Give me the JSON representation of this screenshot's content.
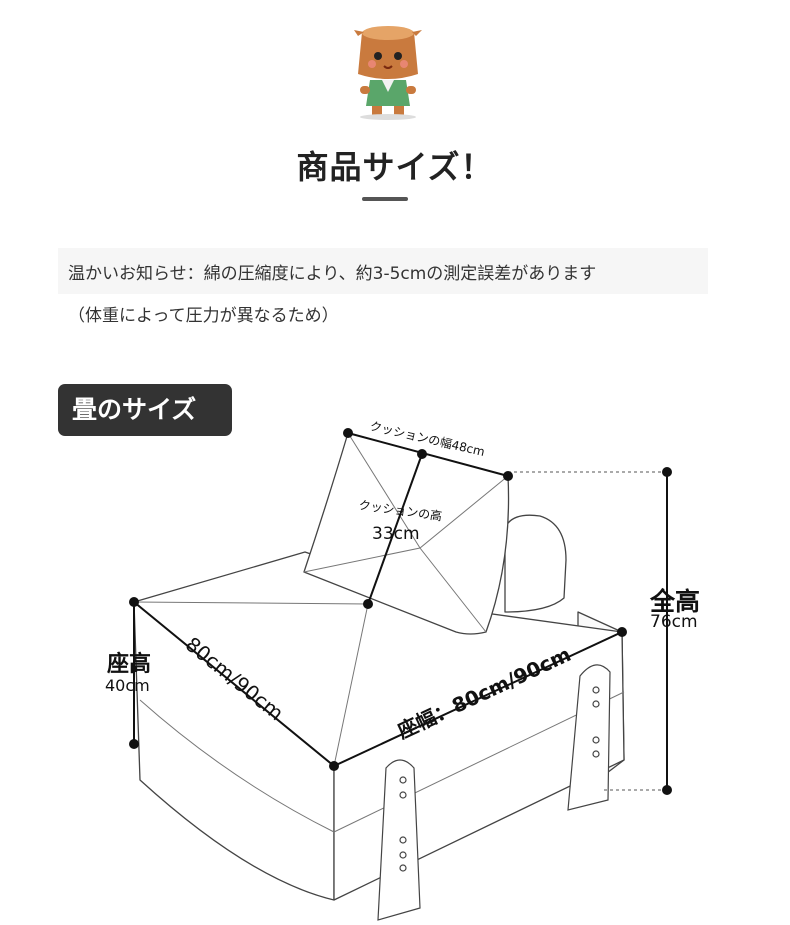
{
  "header": {
    "title": "商品サイズ！"
  },
  "notice": {
    "line1": "温かいお知らせ：綿の圧縮度により、約3-5cmの測定誤差があります",
    "line2": "（体重によって圧力が異なるため）"
  },
  "section": {
    "badge": "畳のサイズ"
  },
  "diagram": {
    "cushion_width": "クッションの幅48cm",
    "cushion_height_label": "クッションの高",
    "cushion_height_value": "33cm",
    "total_height_label": "全高",
    "total_height_value": "76cm",
    "seat_height_label": "座高",
    "seat_height_value": "40cm",
    "depth": "80cm/90cm",
    "seat_width": "座幅：80cm/90cm"
  }
}
